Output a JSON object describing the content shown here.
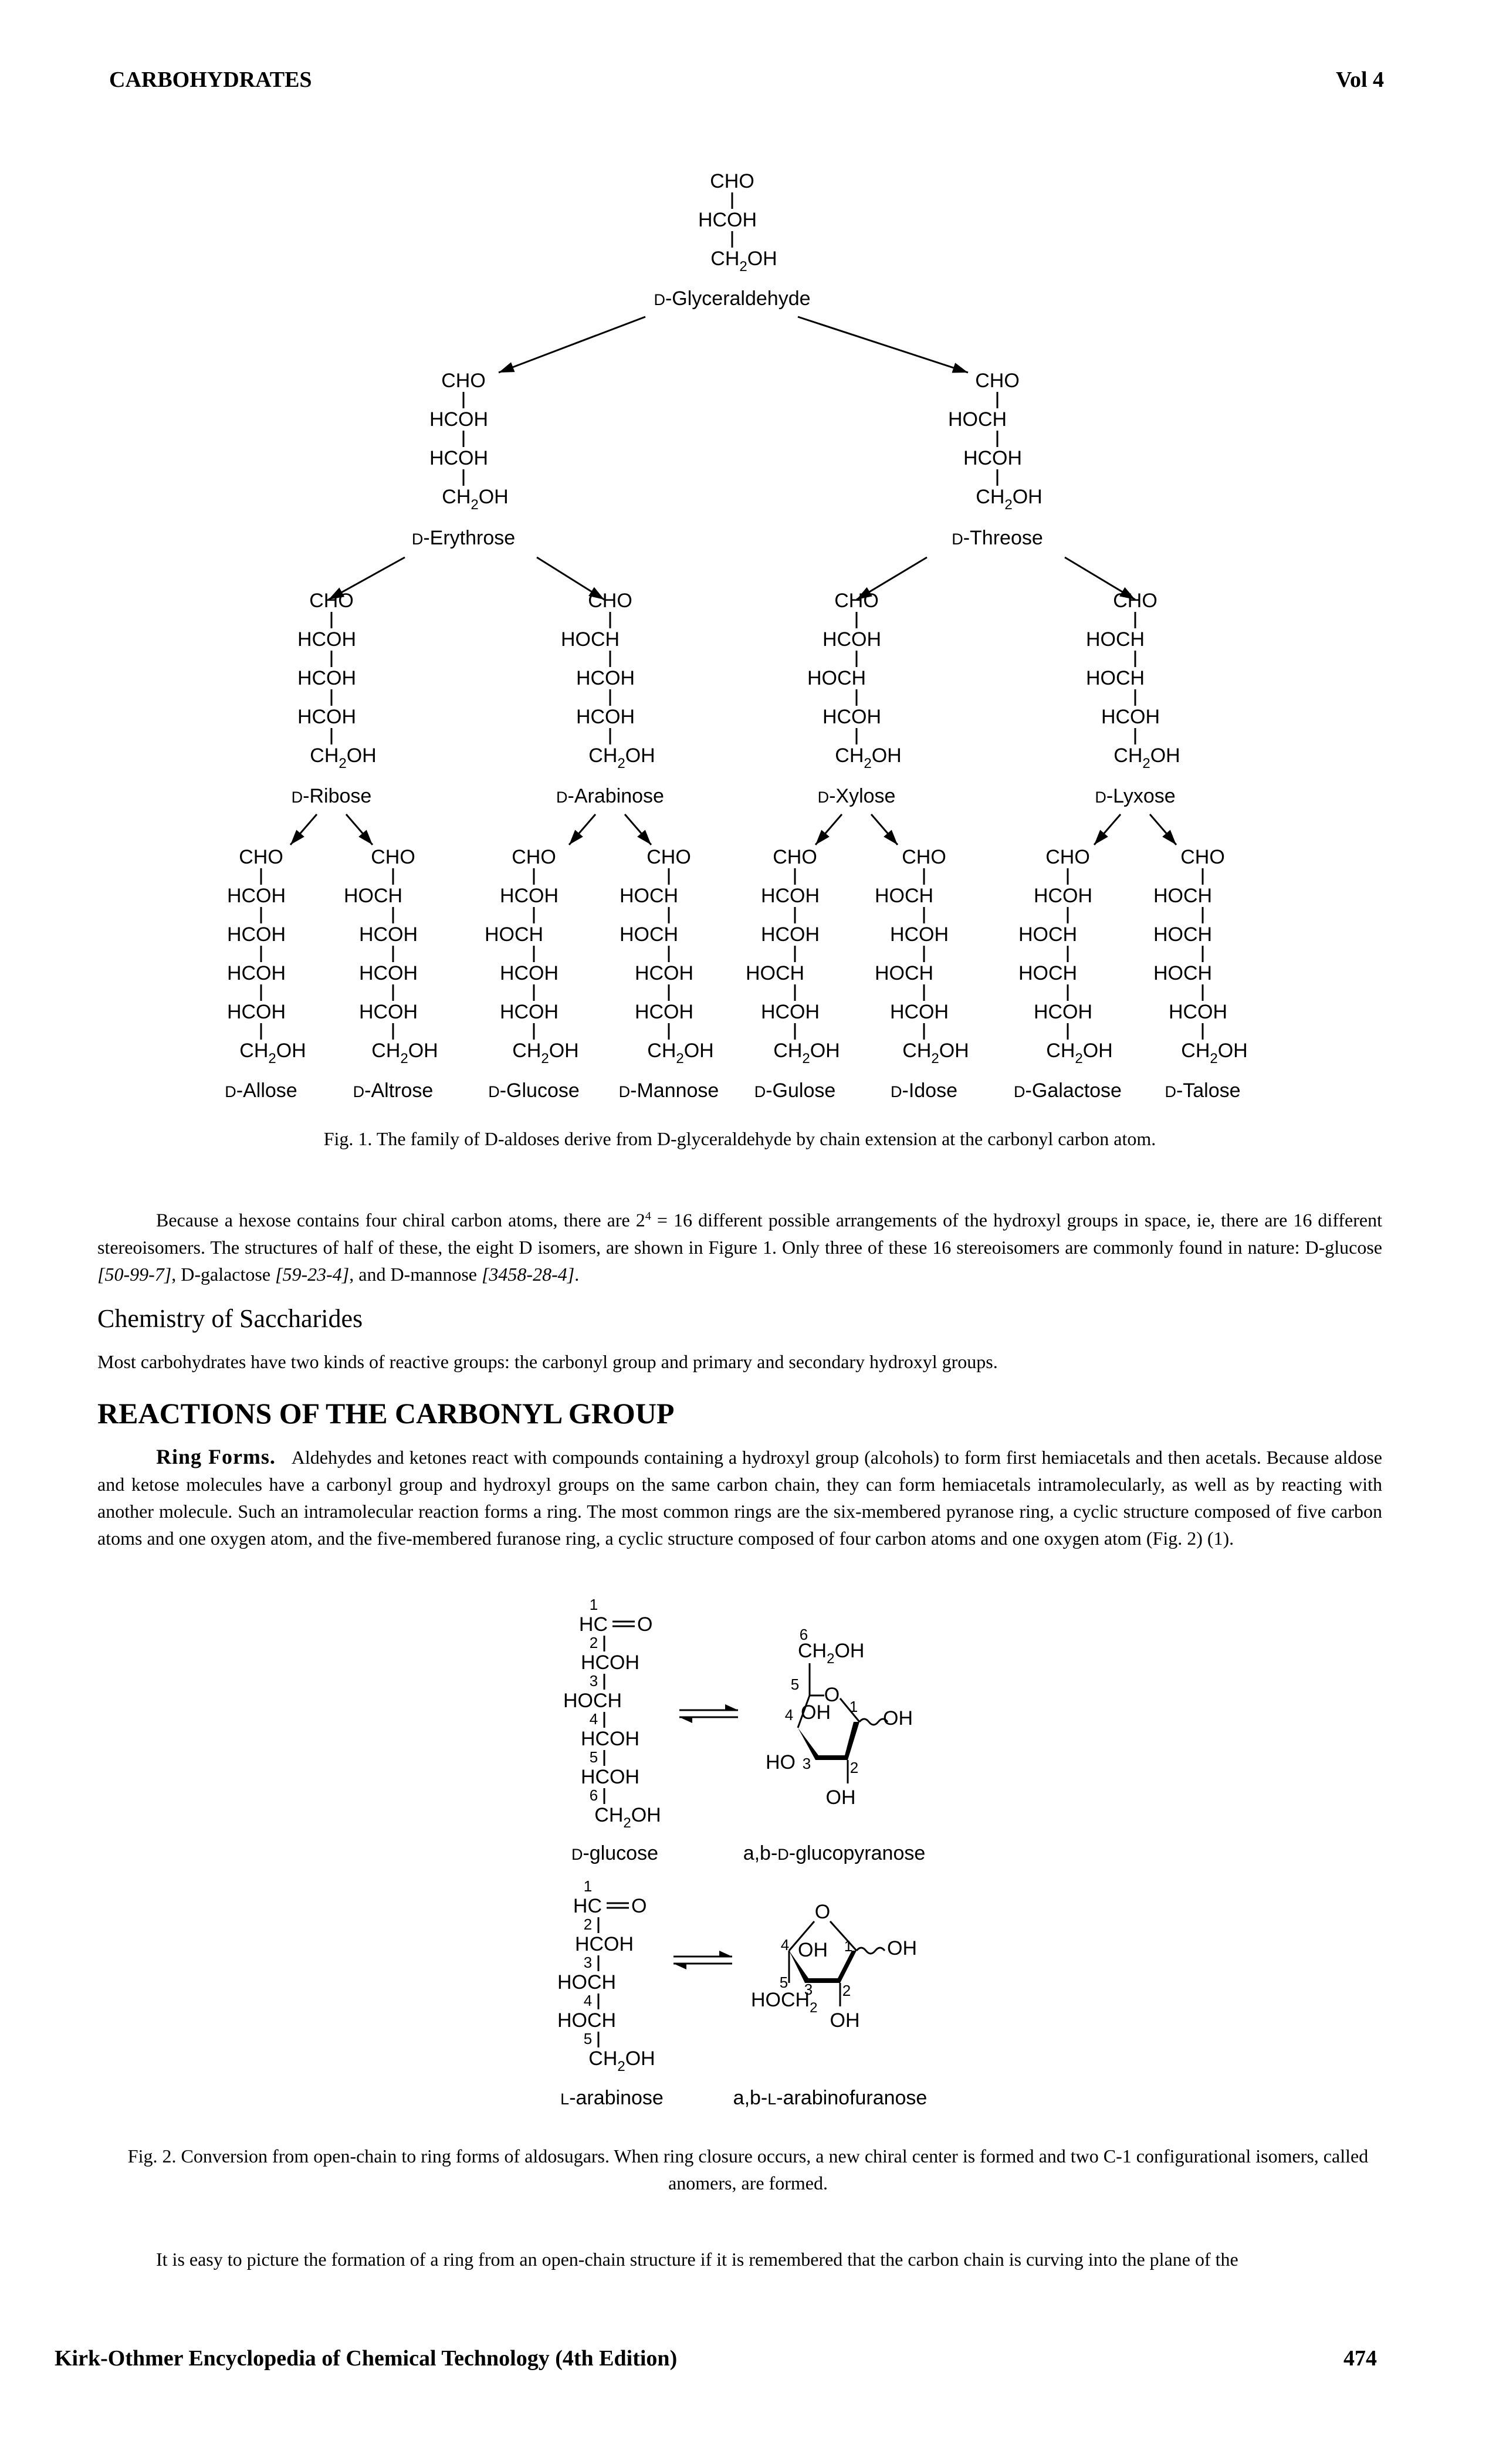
{
  "header": {
    "title": "CARBOHYDRATES",
    "volume": "Vol 4"
  },
  "fig1": {
    "glyceraldehyde": {
      "lines": [
        "CHO",
        "HCOH",
        "CH2OH"
      ],
      "name": "D-Glyceraldehyde"
    },
    "tetroses": [
      {
        "lines": [
          "CHO",
          "HCOH",
          "HCOH",
          "CH2OH"
        ],
        "name": "D-Erythrose"
      },
      {
        "lines": [
          "CHO",
          "HOCH",
          "HCOH",
          "CH2OH"
        ],
        "name": "D-Threose"
      }
    ],
    "pentoses": [
      {
        "lines": [
          "CHO",
          "HCOH",
          "HCOH",
          "HCOH",
          "CH2OH"
        ],
        "name": "D-Ribose"
      },
      {
        "lines": [
          "CHO",
          "HOCH",
          "HCOH",
          "HCOH",
          "CH2OH"
        ],
        "name": "D-Arabinose"
      },
      {
        "lines": [
          "CHO",
          "HCOH",
          "HOCH",
          "HCOH",
          "CH2OH"
        ],
        "name": "D-Xylose"
      },
      {
        "lines": [
          "CHO",
          "HOCH",
          "HOCH",
          "HCOH",
          "CH2OH"
        ],
        "name": "D-Lyxose"
      }
    ],
    "hexoses": [
      {
        "lines": [
          "CHO",
          "HCOH",
          "HCOH",
          "HCOH",
          "HCOH",
          "CH2OH"
        ],
        "name": "D-Allose"
      },
      {
        "lines": [
          "CHO",
          "HOCH",
          "HCOH",
          "HCOH",
          "HCOH",
          "CH2OH"
        ],
        "name": "D-Altrose"
      },
      {
        "lines": [
          "CHO",
          "HCOH",
          "HOCH",
          "HCOH",
          "HCOH",
          "CH2OH"
        ],
        "name": "D-Glucose"
      },
      {
        "lines": [
          "CHO",
          "HOCH",
          "HOCH",
          "HCOH",
          "HCOH",
          "CH2OH"
        ],
        "name": "D-Mannose"
      },
      {
        "lines": [
          "CHO",
          "HCOH",
          "HCOH",
          "HOCH",
          "HCOH",
          "CH2OH"
        ],
        "name": "D-Gulose"
      },
      {
        "lines": [
          "CHO",
          "HOCH",
          "HCOH",
          "HOCH",
          "HCOH",
          "CH2OH"
        ],
        "name": "D-Idose"
      },
      {
        "lines": [
          "CHO",
          "HCOH",
          "HOCH",
          "HOCH",
          "HCOH",
          "CH2OH"
        ],
        "name": "D-Galactose"
      },
      {
        "lines": [
          "CHO",
          "HOCH",
          "HOCH",
          "HOCH",
          "HCOH",
          "CH2OH"
        ],
        "name": "D-Talose"
      }
    ],
    "caption": "Fig. 1. The family of D-aldoses derive from D-glyceraldehyde by chain extension at the carbonyl carbon atom."
  },
  "para1": {
    "text_a": "Because a hexose contains four chiral carbon atoms, there are 2",
    "sup": "4",
    "text_b": " = 16 different possible arrangements of the hydroxyl groups in space, ie, there are 16 different stereoisomers. The structures of half of these, the eight D isomers, are shown in Figure 1. Only three of these 16 stereoisomers are commonly found in nature: D-glucose ",
    "cas1": "[50-99-7]",
    "text_c": ", D-galactose ",
    "cas2": "[59-23-4]",
    "text_d": ", and D-mannose ",
    "cas3": "[3458-28-4]",
    "text_e": "."
  },
  "section_heading": "Chemistry of Saccharides",
  "section_para": "Most carbohydrates have two kinds of reactive groups: the carbonyl group and primary and secondary hydroxyl groups.",
  "main_heading": "REACTIONS OF THE CARBONYL GROUP",
  "ring_forms": {
    "runin": "Ring Forms.",
    "text": "Aldehydes and ketones react with compounds containing a hydroxyl group (alcohols) to form first hemiacetals and then acetals. Because aldose and ketose molecules have a carbonyl group and hydroxyl groups on the same carbon chain, they can form hemiacetals intramolecularly, as well as by reacting with another molecule. Such an intramolecular reaction forms a ring. The most common rings are the six-membered pyranose ring, a cyclic structure composed of five carbon atoms and one oxygen atom, and the five-membered furanose ring, a cyclic structure composed of four carbon atoms and one oxygen atom (Fig. 2) (1)."
  },
  "fig2": {
    "glucose_lines": [
      "HC=O",
      "HCOH",
      "HOCH",
      "HCOH",
      "HCOH",
      "CH2OH"
    ],
    "glucose_numbers": [
      "1",
      "2",
      "3",
      "4",
      "5",
      "6"
    ],
    "glucose_name": "D-glucose",
    "glucopyranose_name": "a,b-D-glucopyranose",
    "pyranose_labels": [
      "CH2OH",
      "O",
      "OH",
      "OH",
      "HO",
      "OH"
    ],
    "pyranose_numbers": [
      "6",
      "5",
      "4",
      "1",
      "3",
      "2"
    ],
    "arabinose_lines": [
      "HC=O",
      "HCOH",
      "HOCH",
      "HOCH",
      "CH2OH"
    ],
    "arabinose_numbers": [
      "1",
      "2",
      "3",
      "4",
      "5"
    ],
    "arabinose_name": "L-arabinose",
    "arabinofuranose_name": "a,b-L-arabinofuranose",
    "furanose_labels": [
      "O",
      "OH",
      "OH",
      "HOCH2",
      "OH"
    ],
    "furanose_numbers": [
      "4",
      "1",
      "5",
      "3",
      "2"
    ],
    "caption": "Fig. 2. Conversion from open-chain to ring forms of aldosugars. When ring closure occurs, a new chiral center is formed and two C-1 configurational isomers, called anomers, are formed."
  },
  "last_para": "It is easy to picture the formation of a ring from an open-chain structure if it is remembered that the carbon chain is curving into the plane of the",
  "footer": {
    "source": "Kirk-Othmer Encyclopedia of Chemical Technology (4th Edition)",
    "page": "474"
  }
}
